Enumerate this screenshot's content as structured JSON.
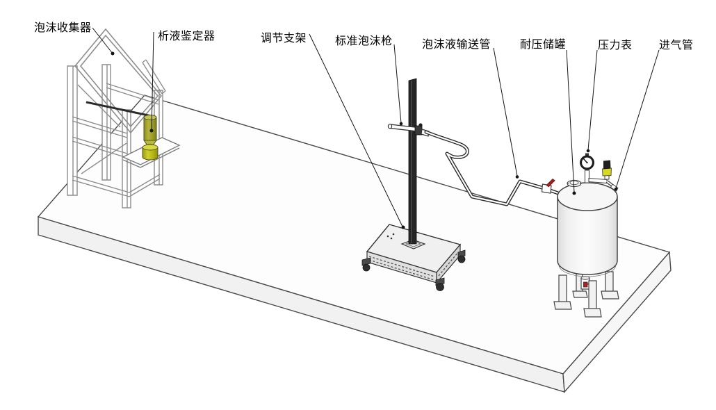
{
  "diagram": {
    "type": "isometric-equipment-schematic",
    "labels": [
      {
        "id": "foam-collector",
        "text": "泡沫收集器"
      },
      {
        "id": "drainage-analyzer",
        "text": "析液鉴定器"
      },
      {
        "id": "adjust-bracket",
        "text": "调节支架"
      },
      {
        "id": "standard-foam-gun",
        "text": "标准泡沫枪"
      },
      {
        "id": "foam-delivery-pipe",
        "text": "泡沫液输送管"
      },
      {
        "id": "pressure-tank",
        "text": "耐压储罐"
      },
      {
        "id": "pressure-gauge",
        "text": "压力表"
      },
      {
        "id": "air-inlet-pipe",
        "text": "进气管"
      }
    ],
    "colors": {
      "analyzer_top_cylinder": "#9c9c28",
      "analyzer_bottom_cylinder": "#b4b414",
      "inlet_valve_yellow": "#d8d81e",
      "valve_handle_red": "#9e2222",
      "frame_gray": "#8d8d8d",
      "line_dark": "#2c2c2c",
      "tank_fill": "#f4f4f4"
    }
  }
}
